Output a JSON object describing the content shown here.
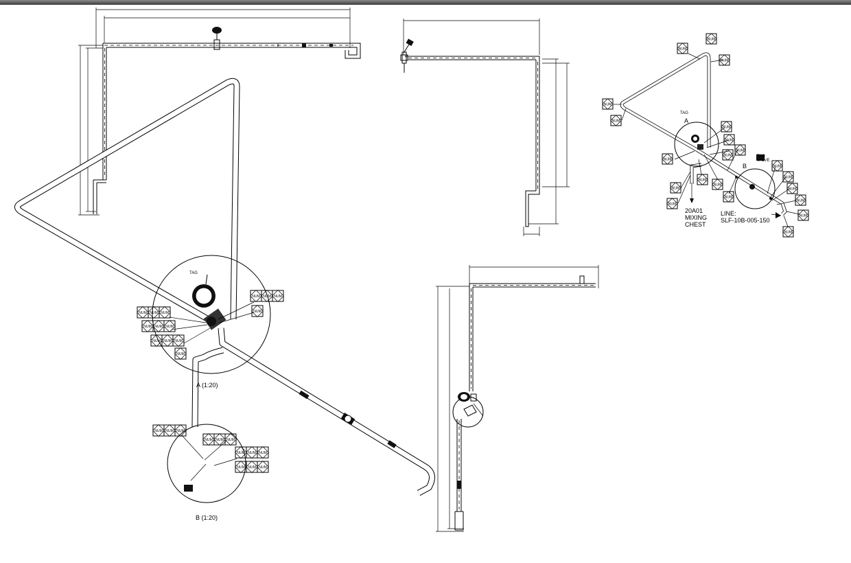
{
  "labels": {
    "balloon": "NUM",
    "tag": "TAG",
    "detail_a_main": "A (1:20)",
    "detail_b_main": "B (1:20)",
    "detail_a_iso": "A",
    "detail_b_iso": "B",
    "equipment": [
      "20A01",
      "MIXING",
      "CHEST"
    ],
    "line": [
      "LINE:",
      "SLF-10B-005-150"
    ],
    "detail_b_callout": [
      "TAG",
      "VALVE"
    ]
  },
  "colors": {
    "line": "#000000",
    "background": "#ffffff",
    "title_bar": "#3c3c3c"
  },
  "icons": [
    "handwheel-valve-icon",
    "gauge-valve-icon",
    "flange-icon",
    "elbow-icon"
  ]
}
